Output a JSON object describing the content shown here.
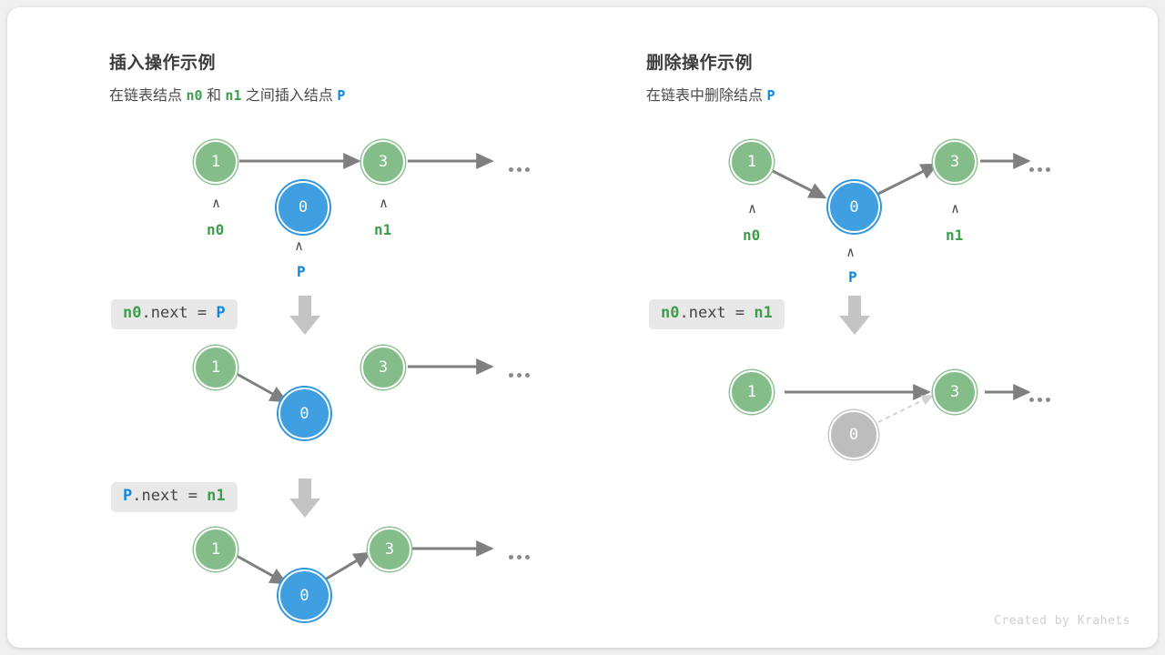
{
  "card": {
    "background": "#ffffff",
    "page_background": "#f0f0f0"
  },
  "colors": {
    "node_green": "#85bd8a",
    "node_blue": "#3f9fe0",
    "node_gray": "#bdbdbd",
    "edge_gray": "#7f7f7f",
    "label_green": "#3f9d4e",
    "label_blue": "#1187dd",
    "chip_background": "#e8e8e8",
    "title": "#3c3c3c"
  },
  "panels": {
    "insert": {
      "title": "插入操作示例",
      "subtitle_parts": [
        {
          "text": "在链表结点 ",
          "style": "plain"
        },
        {
          "text": "n0",
          "style": "green"
        },
        {
          "text": " 和 ",
          "style": "plain"
        },
        {
          "text": "n1",
          "style": "green"
        },
        {
          "text": " 之间插入结点 ",
          "style": "plain"
        },
        {
          "text": "P",
          "style": "blue"
        }
      ],
      "steps": [
        {
          "code_parts": [
            {
              "t": "n0",
              "c": "g"
            },
            {
              "t": ".next = ",
              "c": ""
            },
            {
              "t": "P",
              "c": "b"
            }
          ]
        },
        {
          "code_parts": [
            {
              "t": "P",
              "c": "b"
            },
            {
              "t": ".next = ",
              "c": ""
            },
            {
              "t": "n1",
              "c": "g"
            }
          ]
        }
      ],
      "rows": [
        {
          "nodes": [
            {
              "value": "1",
              "color": "green",
              "caret": true,
              "pointer": "n0",
              "pointer_color": "green"
            },
            {
              "value": "0",
              "color": "blue",
              "caret": true,
              "pointer": "P",
              "pointer_color": "blue"
            },
            {
              "value": "3",
              "color": "green",
              "caret": true,
              "pointer": "n1",
              "pointer_color": "green"
            }
          ],
          "ellipsis": true
        },
        {
          "nodes": [
            {
              "value": "1",
              "color": "green"
            },
            {
              "value": "0",
              "color": "blue"
            },
            {
              "value": "3",
              "color": "green"
            }
          ],
          "ellipsis": true
        },
        {
          "nodes": [
            {
              "value": "1",
              "color": "green"
            },
            {
              "value": "0",
              "color": "blue"
            },
            {
              "value": "3",
              "color": "green"
            }
          ],
          "ellipsis": true
        }
      ]
    },
    "delete": {
      "title": "删除操作示例",
      "subtitle_parts": [
        {
          "text": "在链表中删除结点 ",
          "style": "plain"
        },
        {
          "text": "P",
          "style": "blue"
        }
      ],
      "steps": [
        {
          "code_parts": [
            {
              "t": "n0",
              "c": "g"
            },
            {
              "t": ".next = ",
              "c": ""
            },
            {
              "t": "n1",
              "c": "g"
            }
          ]
        }
      ],
      "rows": [
        {
          "nodes": [
            {
              "value": "1",
              "color": "green",
              "caret": true,
              "pointer": "n0",
              "pointer_color": "green"
            },
            {
              "value": "0",
              "color": "blue",
              "caret": true,
              "pointer": "P",
              "pointer_color": "blue"
            },
            {
              "value": "3",
              "color": "green",
              "caret": true,
              "pointer": "n1",
              "pointer_color": "green"
            }
          ],
          "ellipsis": true
        },
        {
          "nodes": [
            {
              "value": "1",
              "color": "green"
            },
            {
              "value": "0",
              "color": "gray"
            },
            {
              "value": "3",
              "color": "green"
            }
          ],
          "ellipsis": true
        }
      ]
    }
  },
  "credit": "Created by Krahets"
}
